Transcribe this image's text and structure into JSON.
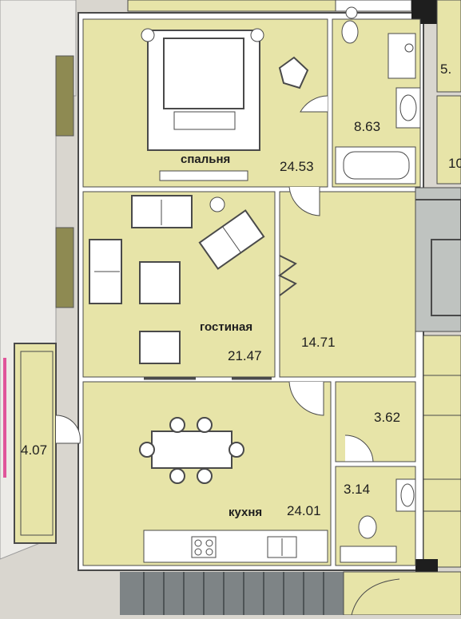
{
  "plan": {
    "rooms": {
      "bedroom": {
        "name": "спальня",
        "area": "24.53"
      },
      "bathroom": {
        "area": "8.63"
      },
      "living": {
        "name": "гостиная",
        "area": "21.47"
      },
      "hall": {
        "area": "14.71"
      },
      "kitchen": {
        "name": "кухня",
        "area": "24.01"
      },
      "wardrobe": {
        "area": "3.62"
      },
      "wc": {
        "area": "3.14"
      },
      "loggia": {
        "area": "4.07"
      }
    },
    "neighbors": {
      "top_right": "5.",
      "right_mid": "10"
    }
  },
  "colors": {
    "room_fill": "#e7e4a8",
    "room_fill_dark": "#d7d07c",
    "wall": "#ffffff",
    "outline": "#4a4a4a",
    "background": "#d9d6cf",
    "stair": "#7e8486",
    "accent_edge": "#e0559a"
  }
}
